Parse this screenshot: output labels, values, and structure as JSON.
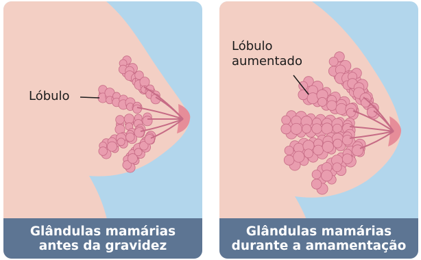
{
  "panels": [
    {
      "label_lines": [
        "Lóbulo"
      ],
      "caption_lines": [
        "Glândulas mamárias",
        "antes da gravidez"
      ]
    },
    {
      "label_lines": [
        "Lóbulo",
        "aumentado"
      ],
      "caption_lines": [
        "Glândulas mamárias",
        "durante a amamentação"
      ]
    }
  ],
  "colors": {
    "background_blue": "#b2d6ec",
    "skin": "#f3cfc4",
    "gland": "#e99daf",
    "gland_edge": "#c66b85",
    "nipple": "#e68d99",
    "caption_bg": "#5d7593",
    "caption_text": "#ffffff"
  }
}
